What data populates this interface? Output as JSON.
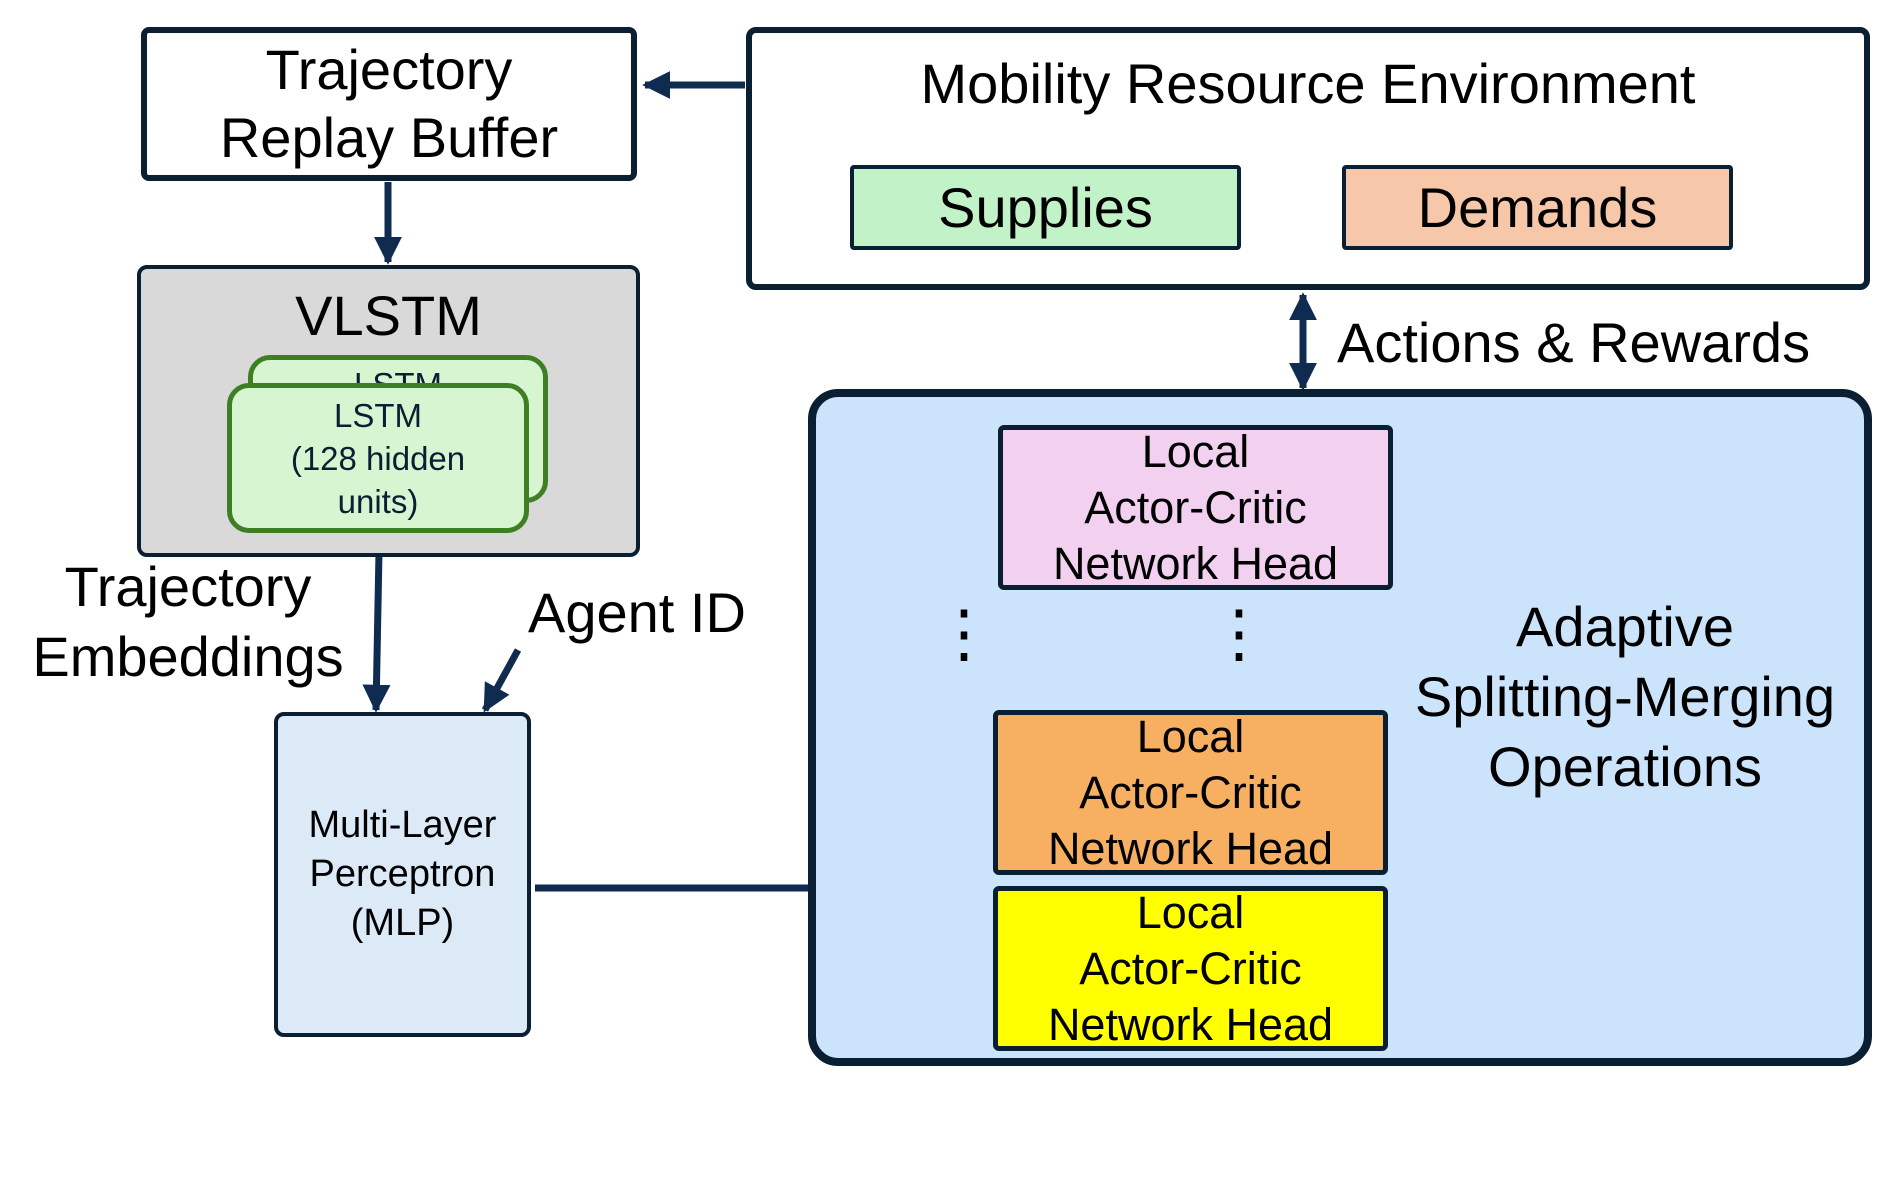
{
  "replay_buffer": {
    "line1": "Trajectory",
    "line2": "Replay Buffer"
  },
  "environment": {
    "title": "Mobility Resource Environment",
    "supplies": "Supplies",
    "demands": "Demands",
    "supplies_color": "#c2f2c8",
    "demands_color": "#f6c7a8"
  },
  "vlstm": {
    "title": "VLSTM",
    "back_card_text": "LSTM",
    "lstm_line1": "LSTM",
    "lstm_line2": "(128 hidden",
    "lstm_line3": "units)",
    "bg_color": "#d9d9d9",
    "lstm_color": "#d8f5d2"
  },
  "labels": {
    "trajectory": "Trajectory",
    "embeddings": "Embeddings",
    "agent_id": "Agent ID",
    "actions_rewards": "Actions & Rewards"
  },
  "mlp": {
    "line1": "Multi-Layer",
    "line2": "Perceptron",
    "line3": "(MLP)",
    "color": "#dce9f7"
  },
  "adaptive": {
    "line1": "Adaptive",
    "line2": "Splitting-Merging",
    "line3": "Operations",
    "bg_color": "#cce4fb",
    "heads": [
      {
        "line1": "Local",
        "line2": "Actor-Critic",
        "line3": "Network Head",
        "color": "#f2d0f0"
      },
      {
        "line1": "Local",
        "line2": "Actor-Critic",
        "line3": "Network Head",
        "color": "#f7b061"
      },
      {
        "line1": "Local",
        "line2": "Actor-Critic",
        "line3": "Network Head",
        "color": "#ffff00"
      }
    ],
    "ellipsis": "⋮"
  },
  "arrow_color": "#0f2b4f"
}
